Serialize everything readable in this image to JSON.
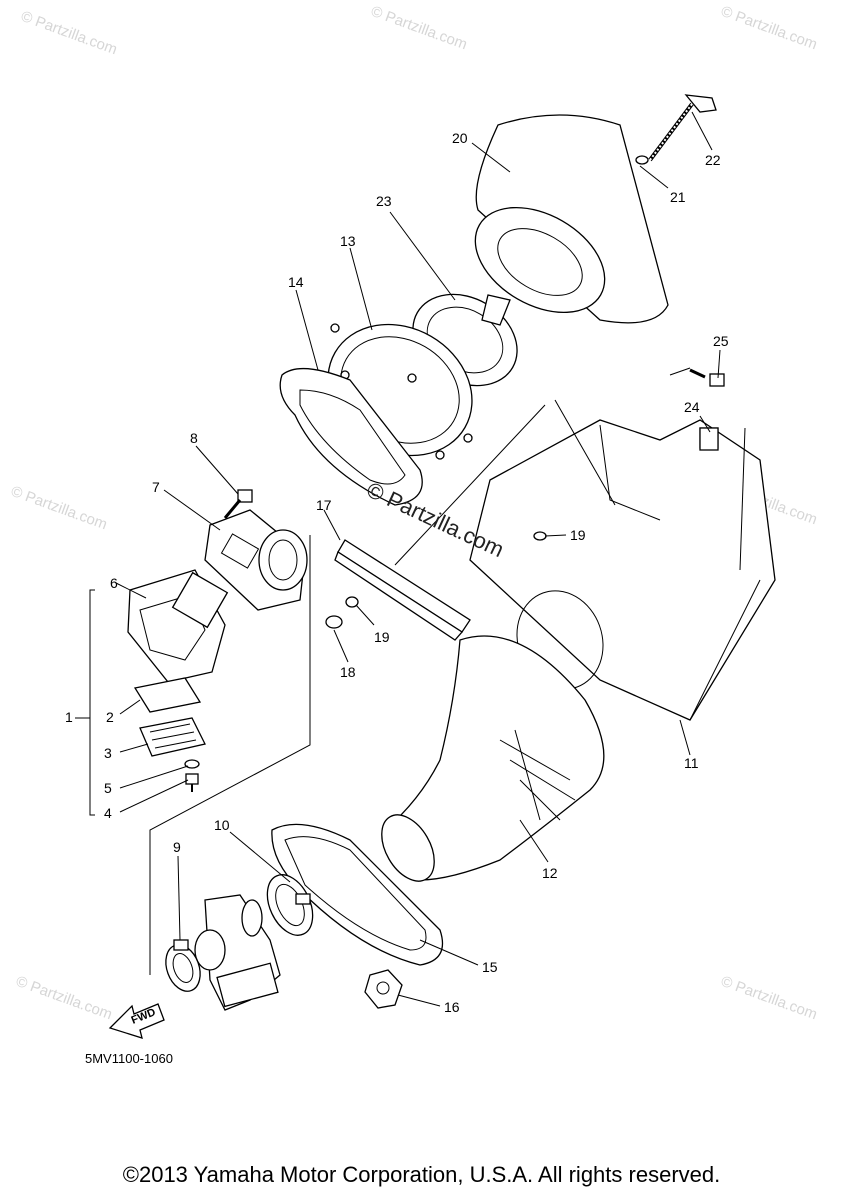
{
  "diagram": {
    "code": "5MV1100-1060",
    "fwd_label": "FWD",
    "center_watermark": "© Partzilla.com",
    "watermark": "© Partzilla.com",
    "copyright": "©2013 Yamaha Motor Corporation, U.S.A. All rights reserved.",
    "callouts": [
      {
        "id": "c1",
        "text": "1"
      },
      {
        "id": "c2",
        "text": "2"
      },
      {
        "id": "c3",
        "text": "3"
      },
      {
        "id": "c4",
        "text": "4"
      },
      {
        "id": "c5",
        "text": "5"
      },
      {
        "id": "c6",
        "text": "6"
      },
      {
        "id": "c7",
        "text": "7"
      },
      {
        "id": "c8",
        "text": "8"
      },
      {
        "id": "c9",
        "text": "9"
      },
      {
        "id": "c10",
        "text": "10"
      },
      {
        "id": "c11",
        "text": "11"
      },
      {
        "id": "c12",
        "text": "12"
      },
      {
        "id": "c13",
        "text": "13"
      },
      {
        "id": "c14",
        "text": "14"
      },
      {
        "id": "c15",
        "text": "15"
      },
      {
        "id": "c16",
        "text": "16"
      },
      {
        "id": "c17",
        "text": "17"
      },
      {
        "id": "c18",
        "text": "18"
      },
      {
        "id": "c19a",
        "text": "19"
      },
      {
        "id": "c19b",
        "text": "19"
      },
      {
        "id": "c20",
        "text": "20"
      },
      {
        "id": "c21",
        "text": "21"
      },
      {
        "id": "c22",
        "text": "22"
      },
      {
        "id": "c23",
        "text": "23"
      },
      {
        "id": "c24",
        "text": "24"
      },
      {
        "id": "c25",
        "text": "25"
      }
    ]
  }
}
